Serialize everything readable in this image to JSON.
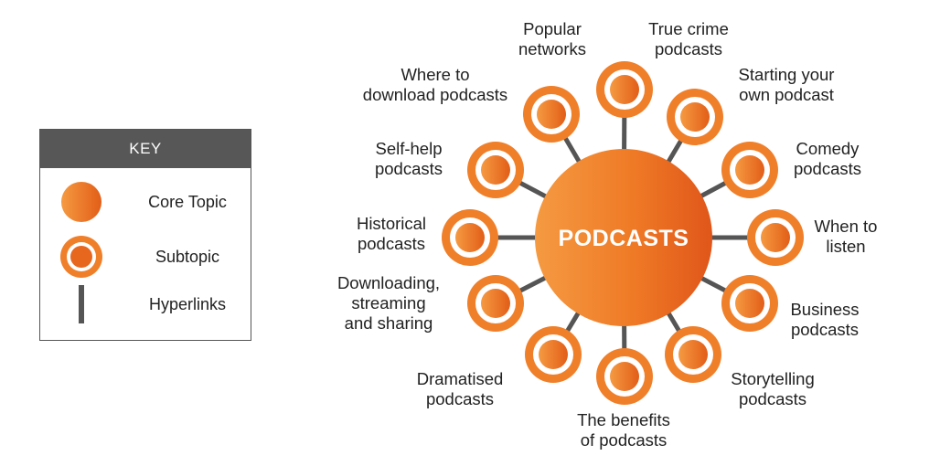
{
  "key": {
    "title": "KEY",
    "items": [
      {
        "label": "Core Topic",
        "icon": "core-topic-circle-icon"
      },
      {
        "label": "Subtopic",
        "icon": "subtopic-ring-icon"
      },
      {
        "label": "Hyperlinks",
        "icon": "hyperlink-line-icon"
      }
    ]
  },
  "core": {
    "label": "PODCASTS"
  },
  "subtopics": [
    {
      "lines": [
        "True crime",
        "podcasts"
      ]
    },
    {
      "lines": [
        "Starting your",
        "own podcast"
      ]
    },
    {
      "lines": [
        "Comedy",
        "podcasts"
      ]
    },
    {
      "lines": [
        "When to",
        "listen"
      ]
    },
    {
      "lines": [
        "Business",
        "podcasts"
      ]
    },
    {
      "lines": [
        "Storytelling",
        "podcasts"
      ]
    },
    {
      "lines": [
        "The benefits",
        "of podcasts"
      ]
    },
    {
      "lines": [
        "Dramatised",
        "podcasts"
      ]
    },
    {
      "lines": [
        "Downloading,",
        "streaming",
        "and sharing"
      ]
    },
    {
      "lines": [
        "Historical",
        "podcasts"
      ]
    },
    {
      "lines": [
        "Self-help",
        "podcasts"
      ]
    },
    {
      "lines": [
        "Where to",
        "download podcasts"
      ]
    },
    {
      "lines": [
        "Popular",
        "networks"
      ]
    }
  ],
  "colors": {
    "accent": "#f07f2a",
    "accent_dark": "#e05a16",
    "line": "#555555",
    "key_header": "#575757"
  }
}
